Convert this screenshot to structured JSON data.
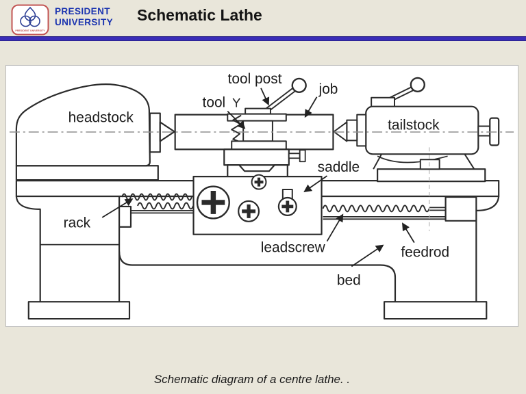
{
  "header": {
    "logo": {
      "caption": "PRESIDENT UNIVERSITY"
    },
    "university_name_line1": "PRESIDENT",
    "university_name_line2": "UNIVERSITY",
    "title": "Schematic Lathe"
  },
  "diagram": {
    "labels": {
      "headstock": "headstock",
      "tool_post": "tool post",
      "tool": "tool",
      "job": "job",
      "tailstock": "tailstock",
      "saddle": "saddle",
      "rack": "rack",
      "leadscrew": "leadscrew",
      "feedrod": "feedrod",
      "bed": "bed"
    }
  },
  "caption": "Schematic diagram of a centre lathe. .",
  "colors": {
    "background": "#e9e6da",
    "accent_bar": "#3a2db8",
    "university_text": "#1c35b0",
    "logo_border": "#c25453",
    "logo_emblem": "#2c3e94",
    "diagram_line": "#2b2b2b"
  }
}
